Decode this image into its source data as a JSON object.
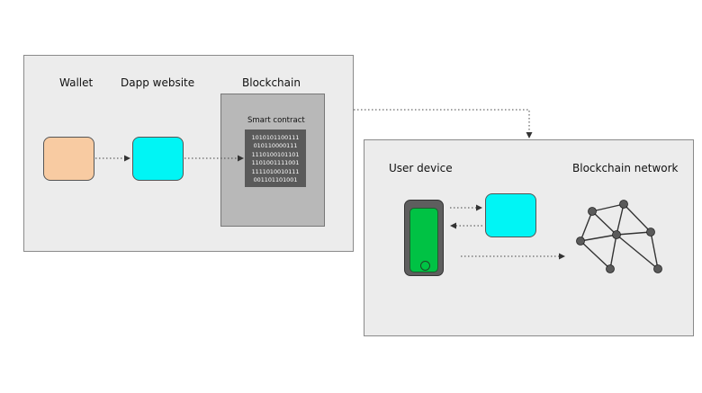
{
  "left_panel": {
    "wallet_label": "Wallet",
    "dapp_label": "Dapp website",
    "blockchain_label": "Blockchain",
    "smart_contract_label": "Smart contract",
    "code_lines": [
      "1010101100111",
      "010110000111",
      "1110100101101",
      "1101001111001",
      "1111010010111",
      "001101101001"
    ]
  },
  "right_panel": {
    "user_device_label": "User device",
    "network_label": "Blockchain network"
  },
  "colors": {
    "panel": "#ececec",
    "wallet": "#f8cba2",
    "dapp": "#00f5f5",
    "phone_screen": "#00c244",
    "code_bg": "#5a5a5a",
    "blockchain_bg": "#b8b8b8"
  },
  "icons": [
    "smartphone-icon",
    "network-graph-icon"
  ]
}
